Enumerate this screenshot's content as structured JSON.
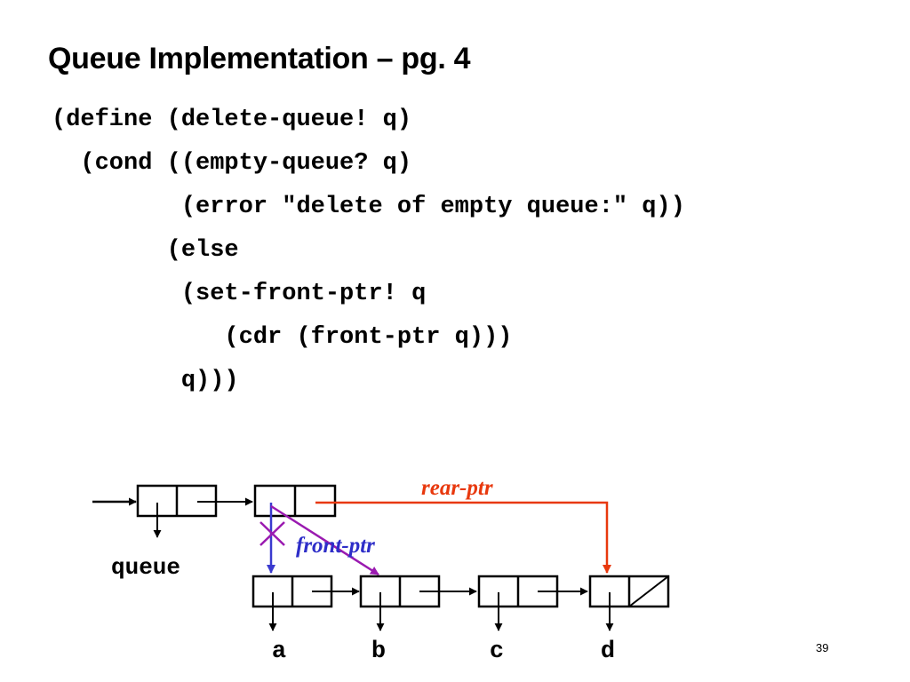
{
  "slide": {
    "title": "Queue Implementation – pg. 4",
    "page_number": "39"
  },
  "code": {
    "lines": [
      "(define (delete-queue! q)",
      "  (cond ((empty-queue? q)",
      "         (error \"delete of empty queue:\" q))",
      "        (else",
      "         (set-front-ptr! q",
      "            (cdr (front-ptr q)))",
      "         q)))"
    ]
  },
  "diagram": {
    "queue_label": "queue",
    "rear_ptr_label": "rear-ptr",
    "front_ptr_label": "front-ptr",
    "element_labels": [
      "a",
      "b",
      "c",
      "d"
    ],
    "colors": {
      "rear_ptr": "#e8380d",
      "front_ptr_text": "#2e2ec8",
      "old_front_ptr_arrow": "#3a3acf",
      "new_front_ptr_arrow": "#9a1ab0",
      "cross_mark": "#9a1ab0",
      "structure": "#000000"
    }
  }
}
